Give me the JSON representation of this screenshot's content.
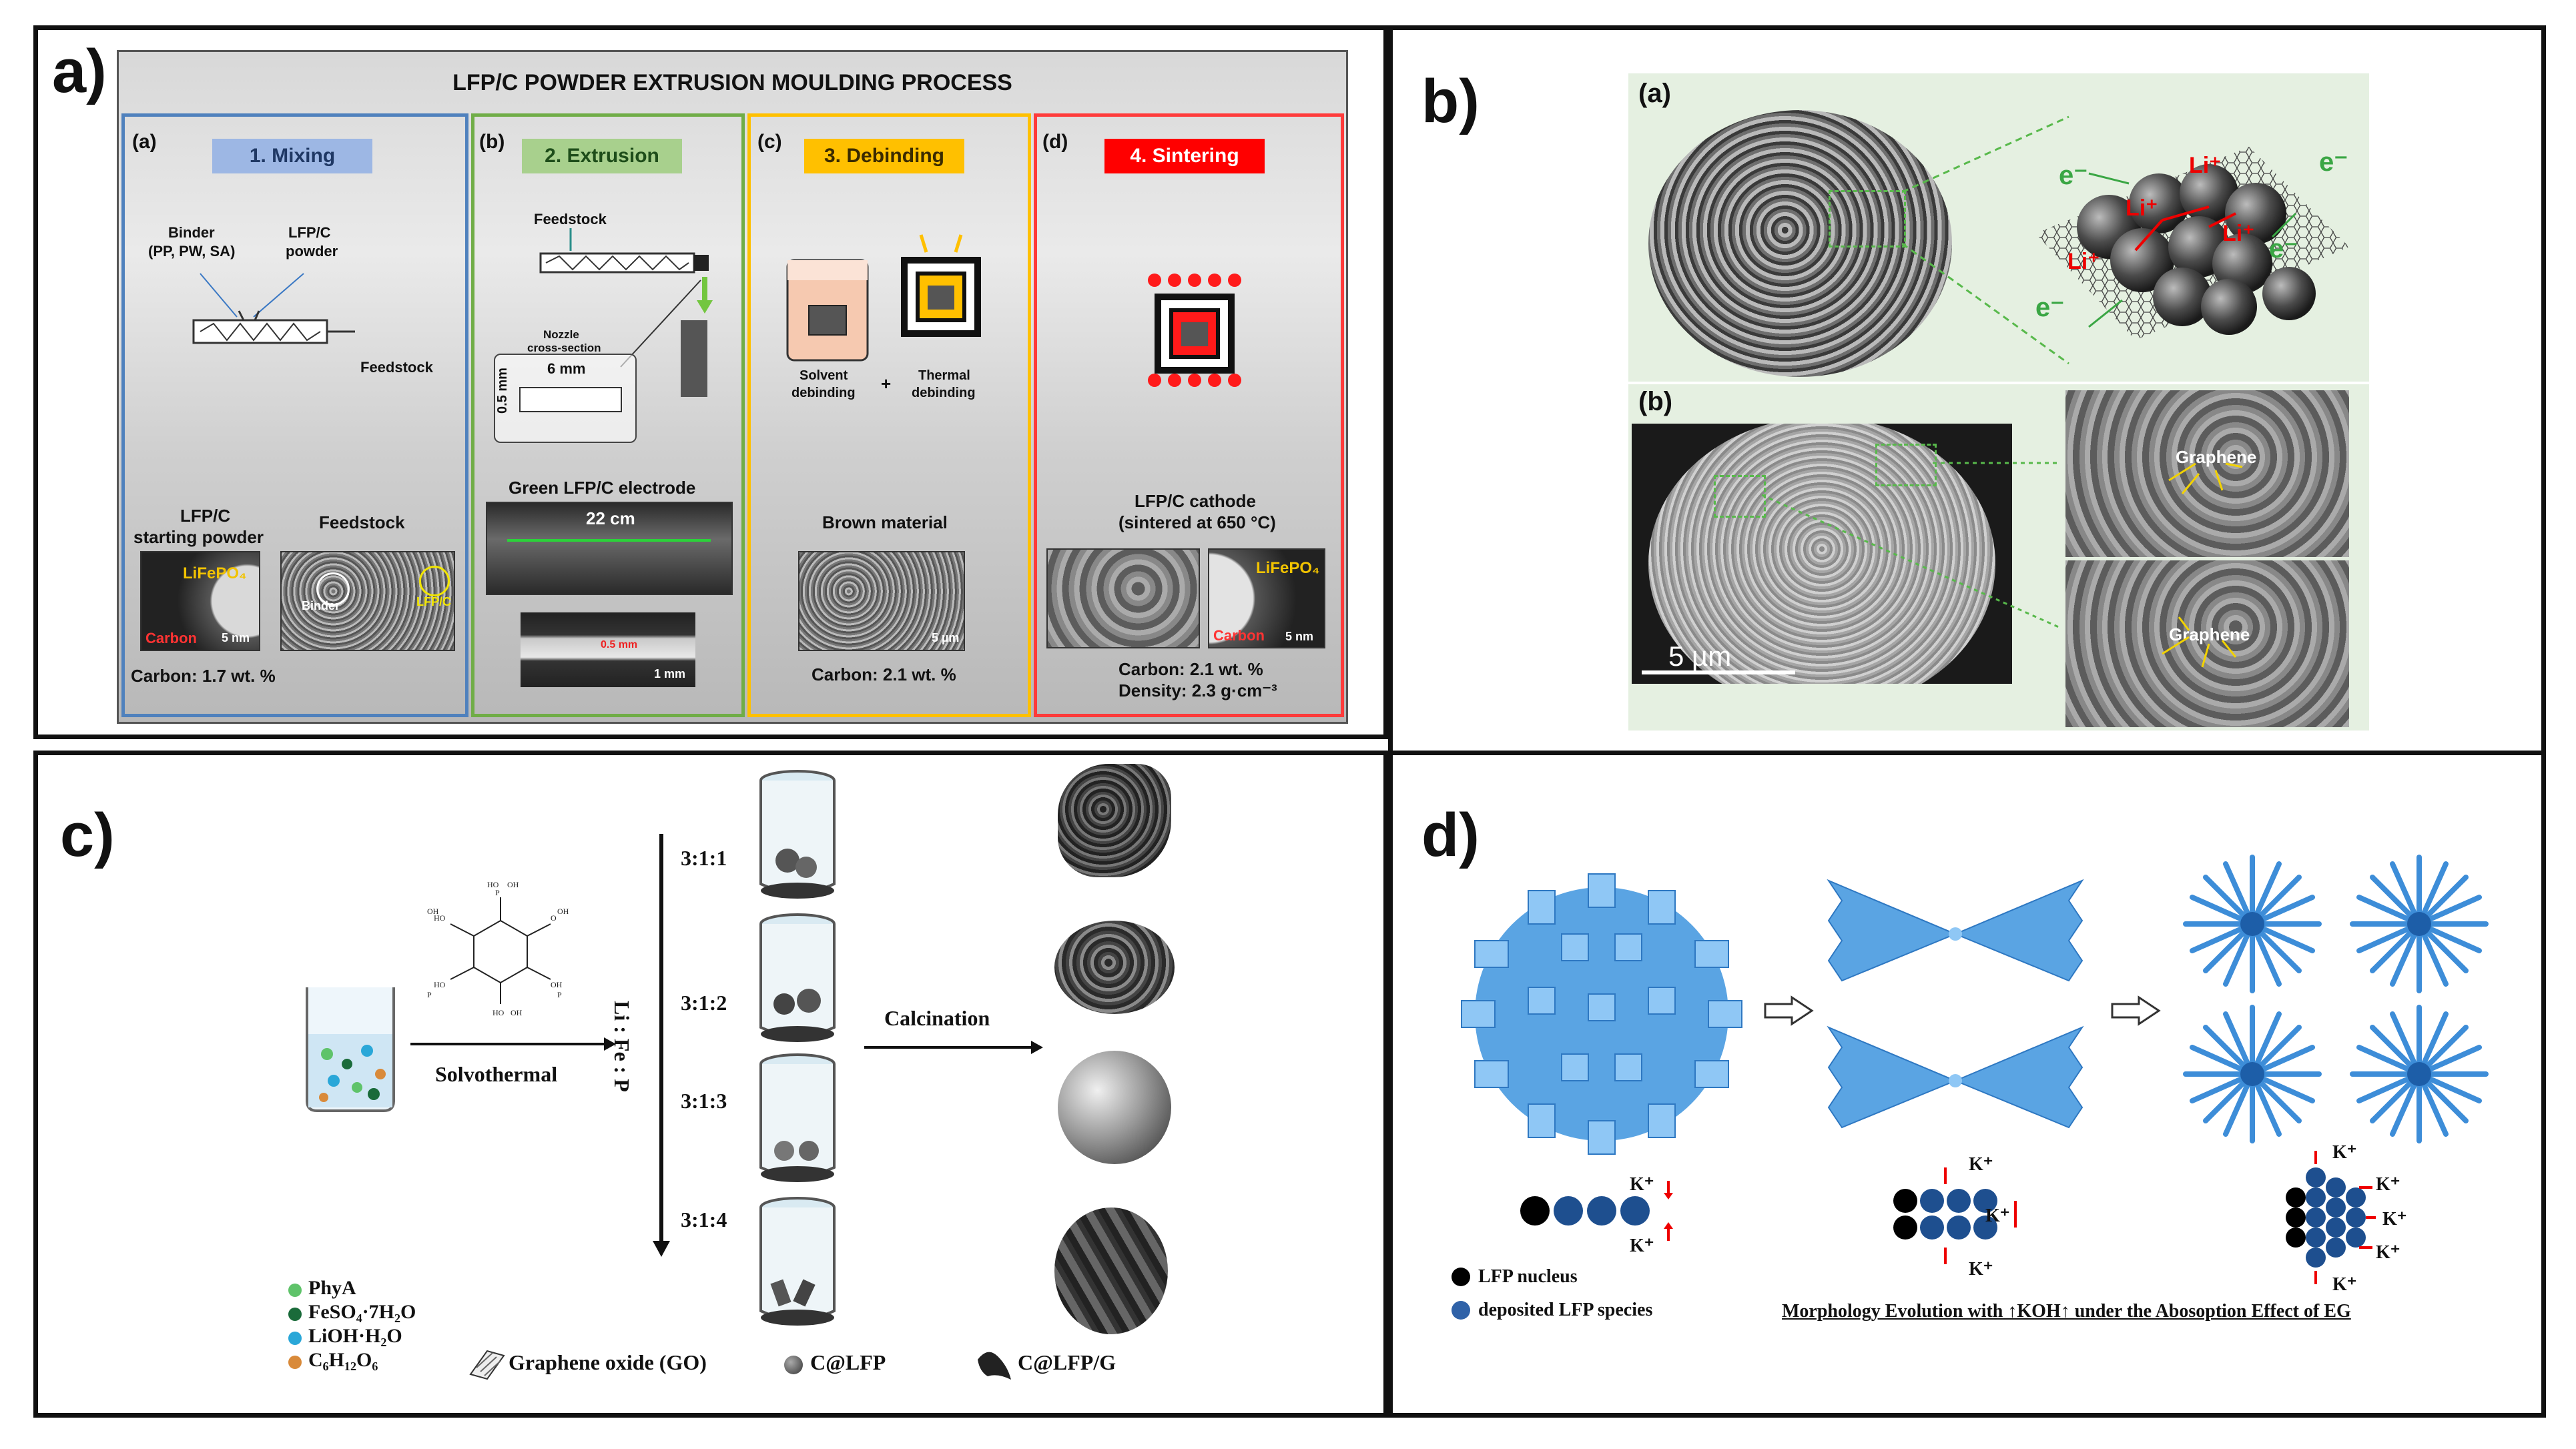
{
  "panel_a": {
    "label": "a)",
    "title": "LFP/C POWDER EXTRUSION MOULDING PROCESS",
    "steps": [
      {
        "letter": "(a)",
        "banner": "1. Mixing",
        "color": "#9db7e4"
      },
      {
        "letter": "(b)",
        "banner": "2. Extrusion",
        "color": "#a8d08d"
      },
      {
        "letter": "(c)",
        "banner": "3. Debinding",
        "color": "#ffc000"
      },
      {
        "letter": "(d)",
        "banner": "4. Sintering",
        "color": "#ff0000"
      }
    ],
    "mixing": {
      "binder": "Binder",
      "binder_comp": "(PP, PW, SA)",
      "lfpc": "LFP/C",
      "powder": "powder",
      "feedstock_arrow": "Feedstock",
      "starting1": "LFP/C",
      "starting2": "starting powder",
      "feedstock_img": "Feedstock",
      "lifepo4": "LiFePO₄",
      "carbon": "Carbon",
      "scale1": "5 nm",
      "binder_tag": "Binder",
      "lfpc_tag": "LFP/C",
      "carbon_wt": "Carbon: 1.7 wt. %"
    },
    "extrusion": {
      "feedstock": "Feedstock",
      "nozzle1": "Nozzle",
      "nozzle2": "cross-section",
      "width": "6 mm",
      "height": "0.5 mm",
      "green": "Green LFP/C electrode",
      "length": "22 cm",
      "thick": "0.5 mm",
      "scale": "1 mm"
    },
    "debinding": {
      "solvent1": "Solvent",
      "solvent2": "debinding",
      "plus": "+",
      "thermal1": "Thermal",
      "thermal2": "debinding",
      "brown": "Brown material",
      "scale": "5 µm",
      "carbon_wt": "Carbon: 2.1 wt. %"
    },
    "sintering": {
      "cathode1": "LFP/C cathode",
      "cathode2": "(sintered at 650 °C)",
      "lifepo4": "LiFePO₄",
      "carbon": "Carbon",
      "scale1": "5 nm",
      "carbon_wt": "Carbon: 2.1 wt. %",
      "density": "Density: 2.3 g·cm⁻³"
    }
  },
  "panel_b": {
    "label": "b)",
    "sub_a": "(a)",
    "sub_b": "(b)",
    "li": "Li⁺",
    "e": "e⁻",
    "graphene": "Graphene",
    "scale": "5 µm"
  },
  "panel_c": {
    "label": "c)",
    "solvothermal": "Solvothermal",
    "axis_label": "Li : Fe : P",
    "ratios": [
      "3:1:1",
      "3:1:2",
      "3:1:3",
      "3:1:4"
    ],
    "calcination": "Calcination",
    "legend": [
      "PhyA",
      "FeSO₄·7H₂O",
      "LiOH·H₂O",
      "C₆H₁₂O₆"
    ],
    "legend_colors": [
      "#5fc36a",
      "#1a6b3a",
      "#2aa7d8",
      "#d98a3a"
    ],
    "bottom": [
      "Graphene oxide (GO)",
      "C@LFP",
      "C@LFP/G"
    ]
  },
  "panel_d": {
    "label": "d)",
    "k": "K⁺",
    "legend": [
      "LFP nucleus",
      "deposited LFP species"
    ],
    "caption": "Morphology Evolution with ↑KOH↑ under the Abosoption Effect of EG"
  }
}
